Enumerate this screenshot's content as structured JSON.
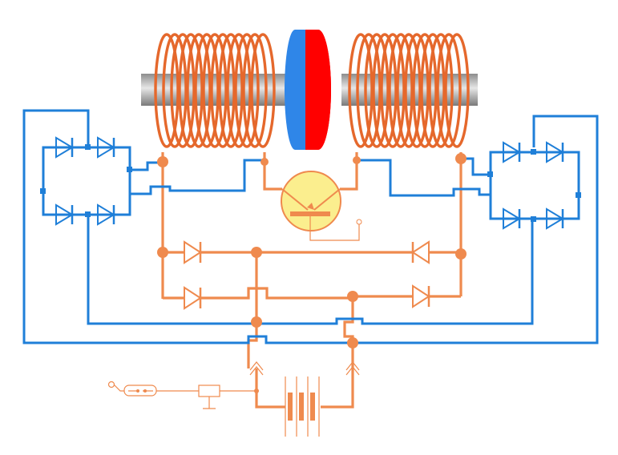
{
  "diagram": {
    "type": "electromagnetic-circuit-schematic",
    "components": [
      "left-solenoid-coil",
      "right-solenoid-coil",
      "rotating-permanent-magnet-disc",
      "hall-sensor-transistor",
      "left-diode-bridge",
      "right-diode-bridge",
      "central-diode-network",
      "battery",
      "reed-switch",
      "resistor"
    ]
  },
  "colors": {
    "orange_wire": "#ef8a4e",
    "blue_wire": "#1f7fd8",
    "coil_wire": "#e5682c",
    "core_gray": "#a9a9a9",
    "magnet_red": "#ff0000",
    "magnet_blue": "#2f86e8",
    "sensor_fill": "#fbee8e",
    "background": "#ffffff"
  }
}
